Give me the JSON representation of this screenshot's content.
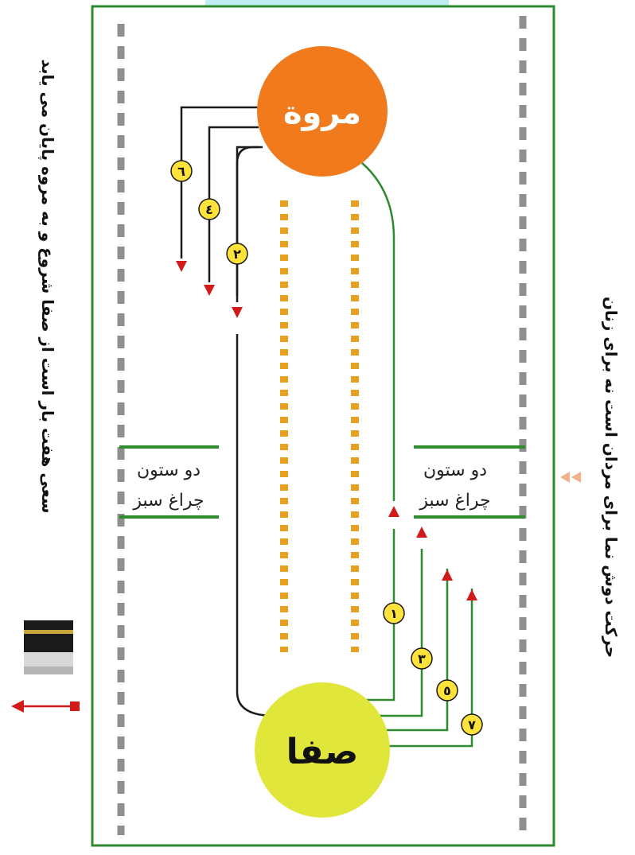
{
  "title_top_band": "",
  "captions": {
    "left": "سعی هفت بار است از صفا شروع و به مروه پایان می یابد",
    "right": "حرکت دوش نما برای مردان است نه برای زنان"
  },
  "hills": {
    "marwah": "مروة",
    "safa": "صفا"
  },
  "green_pillars": {
    "left_line1": "دو ستون",
    "left_line2": "چراغ سبز",
    "right_line1": "دو ستون",
    "right_line2": "چراغ سبز"
  },
  "laps": {
    "up": [
      "١",
      "٣",
      "٥",
      "٧"
    ],
    "down": [
      "٦",
      "٤",
      "٢"
    ]
  },
  "colors": {
    "frame": "#2f8a2f",
    "path_green": "#2e8b2e",
    "path_black": "#1a1a1a",
    "arrow_red": "#d11a1a",
    "marwah_fill": "#f07a1c",
    "safa_fill": "#e0e63a",
    "badge_fill": "#ffe23a",
    "dash_gray": "#8f8f8f",
    "dash_orange": "#e8a020",
    "accent_peach": "#f4b08a"
  }
}
